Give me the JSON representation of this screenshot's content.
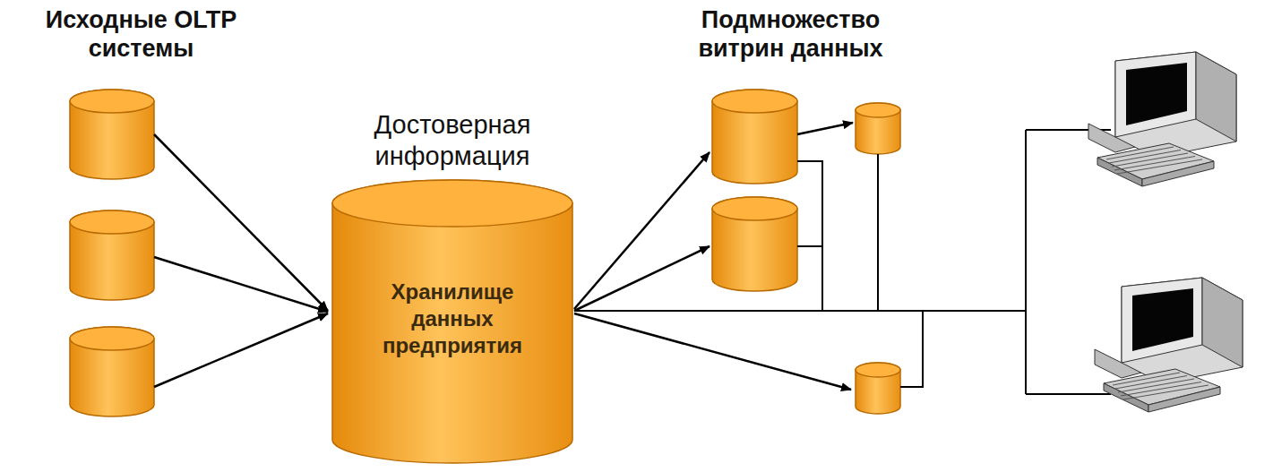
{
  "diagram": {
    "nodes": [
      {
        "text": [
          "Достоверная информация",
          "Хранилище данных предприятия"
        ]
      }
    ],
    "labels": [
      "Исходные OLTP системы",
      "Подмножество витрин данных"
    ]
  }
}
